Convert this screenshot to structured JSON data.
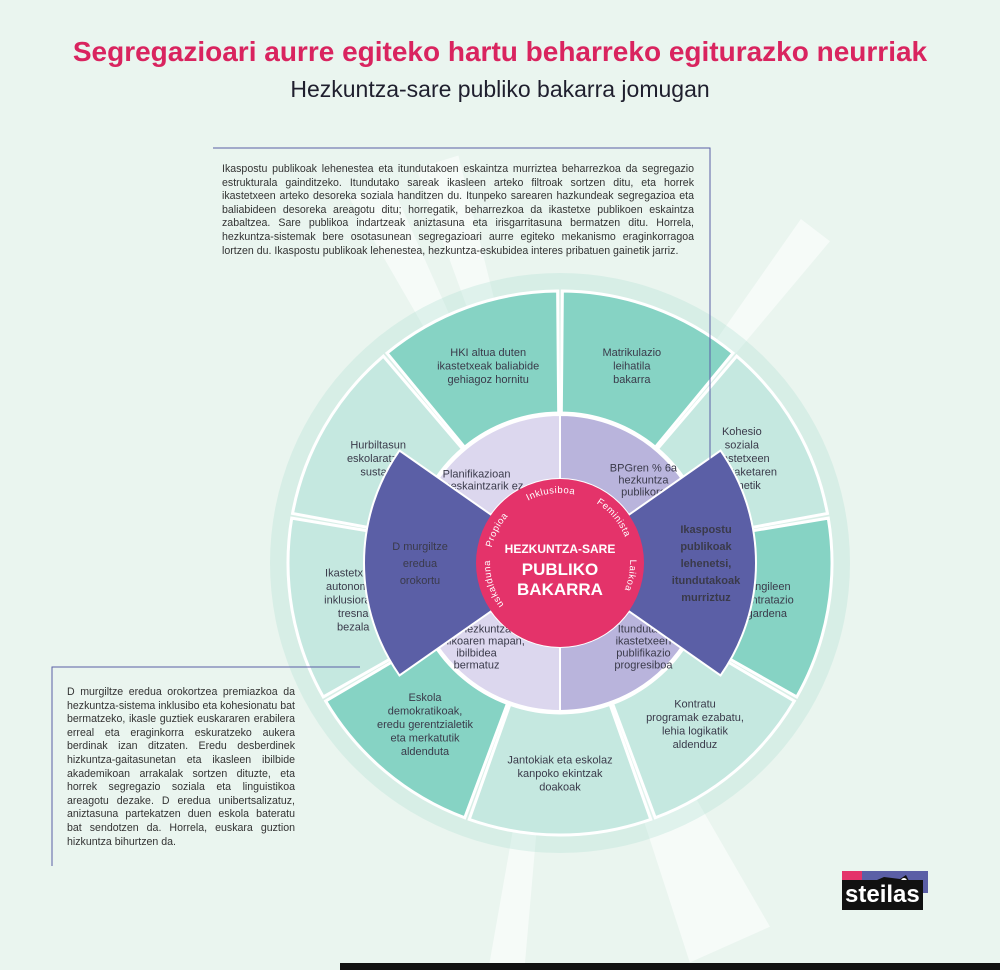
{
  "header": {
    "title": "Segregazioari aurre egiteko hartu beharreko egiturazko neurriak",
    "subtitle": "Hezkuntza-sare publiko bakarra jomugan"
  },
  "top_text": "Ikaspostu publikoak lehenestea eta itundutakoen eskaintza murriztea beharrezkoa da segregazio estrukturala gainditzeko. Itundutako sareak ikasleen arteko filtroak sortzen ditu, eta horrek ikastetxeen arteko desoreka soziala handitzen du. Itunpeko sarearen hazkundeak segregazioa eta baliabideen desoreka areagotu ditu; horregatik, beharrezkoa da ikastetxe publikoen eskaintza zabaltzea. Sare publikoa indartzeak aniztasuna eta irisgarritasuna bermatzen ditu. Horrela, hezkuntza-sistemak bere osotasunean segregazioari aurre egiteko mekanismo eraginkorragoa lortzen du. Ikaspostu publikoak lehenestea, hezkuntza-eskubidea interes pribatuen gainetik jarriz.",
  "bottom_text": "D murgiltze eredua orokortzea premiazkoa da hezkuntza-sistema inklusibo eta kohesionatu bat bermatzeko, ikasle guztiek euskararen erabilera erreal eta eraginkorra eskuratzeko aukera berdinak izan ditzaten. Eredu desberdinek hizkuntza-gaitasunetan eta ikasleen ibilbide akademikoan arrakalak sortzen dituzte, eta horrek segregazio soziala eta linguistikoa areagotu dezake. D eredua unibertsalizatuz, aniztasuna partekatzen duen eskola bateratu bat sendotzen da. Horrela, euskara guztion hizkuntza bihurtzen da.",
  "center": {
    "line1": "HEZKUNTZA-SARE",
    "line2": "PUBLIKO",
    "line3": "BAKARRA",
    "arc_words": [
      "Euskalduna",
      "Propioa",
      "Inklusiboa",
      "Feminista",
      "Laikoa"
    ]
  },
  "outer_segments": [
    {
      "lines": [
        "Matrikulazio",
        "leihatila",
        "bakarra"
      ]
    },
    {
      "lines": [
        "Kohesio",
        "soziala",
        "ikastetxeen",
        "aukeraketaren",
        "gainetik"
      ]
    },
    {
      "lines": [
        "Langileen",
        "kontratazio",
        "gardena"
      ]
    },
    {
      "lines": [
        "Kontratu",
        "programak ezabatu,",
        "lehia logikatik",
        "aldenduz"
      ]
    },
    {
      "lines": [
        "Jantokiak eta eskolaz",
        "kanpoko ekintzak",
        "doakoak"
      ]
    },
    {
      "lines": [
        "Eskola",
        "demokratikoak,",
        "eredu gerentzialetik",
        "eta merkatutik",
        "aldenduta"
      ]
    },
    {
      "lines": [
        "Ikastetxeen",
        "autonomia,",
        "inklusiorako",
        "tresna",
        "bezala"
      ]
    },
    {
      "lines": [
        "Hurbiltasun",
        "eskolaratzea",
        "sustatu"
      ]
    },
    {
      "lines": [
        "HKI altua duten",
        "ikastetxeak baliabide",
        "gehiagoz hornitu"
      ]
    }
  ],
  "inner_segments": [
    {
      "lines": [
        "BPGren % 6a",
        "hezkuntza",
        "publikora"
      ]
    },
    {
      "lines": [
        "Itundutako",
        "ikastetxeen",
        "publifikazio",
        "progresiboa"
      ]
    },
    {
      "lines": [
        "0-3 hezkuntza",
        "publikoaren mapan,",
        "ibilbidea",
        "bermatuz"
      ]
    },
    {
      "lines": [
        "Planifikazioan",
        "gaineskaintzarik ez"
      ]
    }
  ],
  "wings": {
    "left": [
      "D murgiltze",
      "eredua",
      "orokortu"
    ],
    "right": [
      "Ikaspostu",
      "publikoak",
      "lehenetsi,",
      "itundutakoak",
      "murriztuz"
    ]
  },
  "logo": "steilas",
  "colors": {
    "title": "#d9245f",
    "center": "#e4336a",
    "wing": "#5b5fa6",
    "inner_lilac": "#b9b4dc",
    "inner_pale": "#dcd7ee",
    "teal_dark": "#86d3c4",
    "teal_light": "#c5e8e0"
  }
}
